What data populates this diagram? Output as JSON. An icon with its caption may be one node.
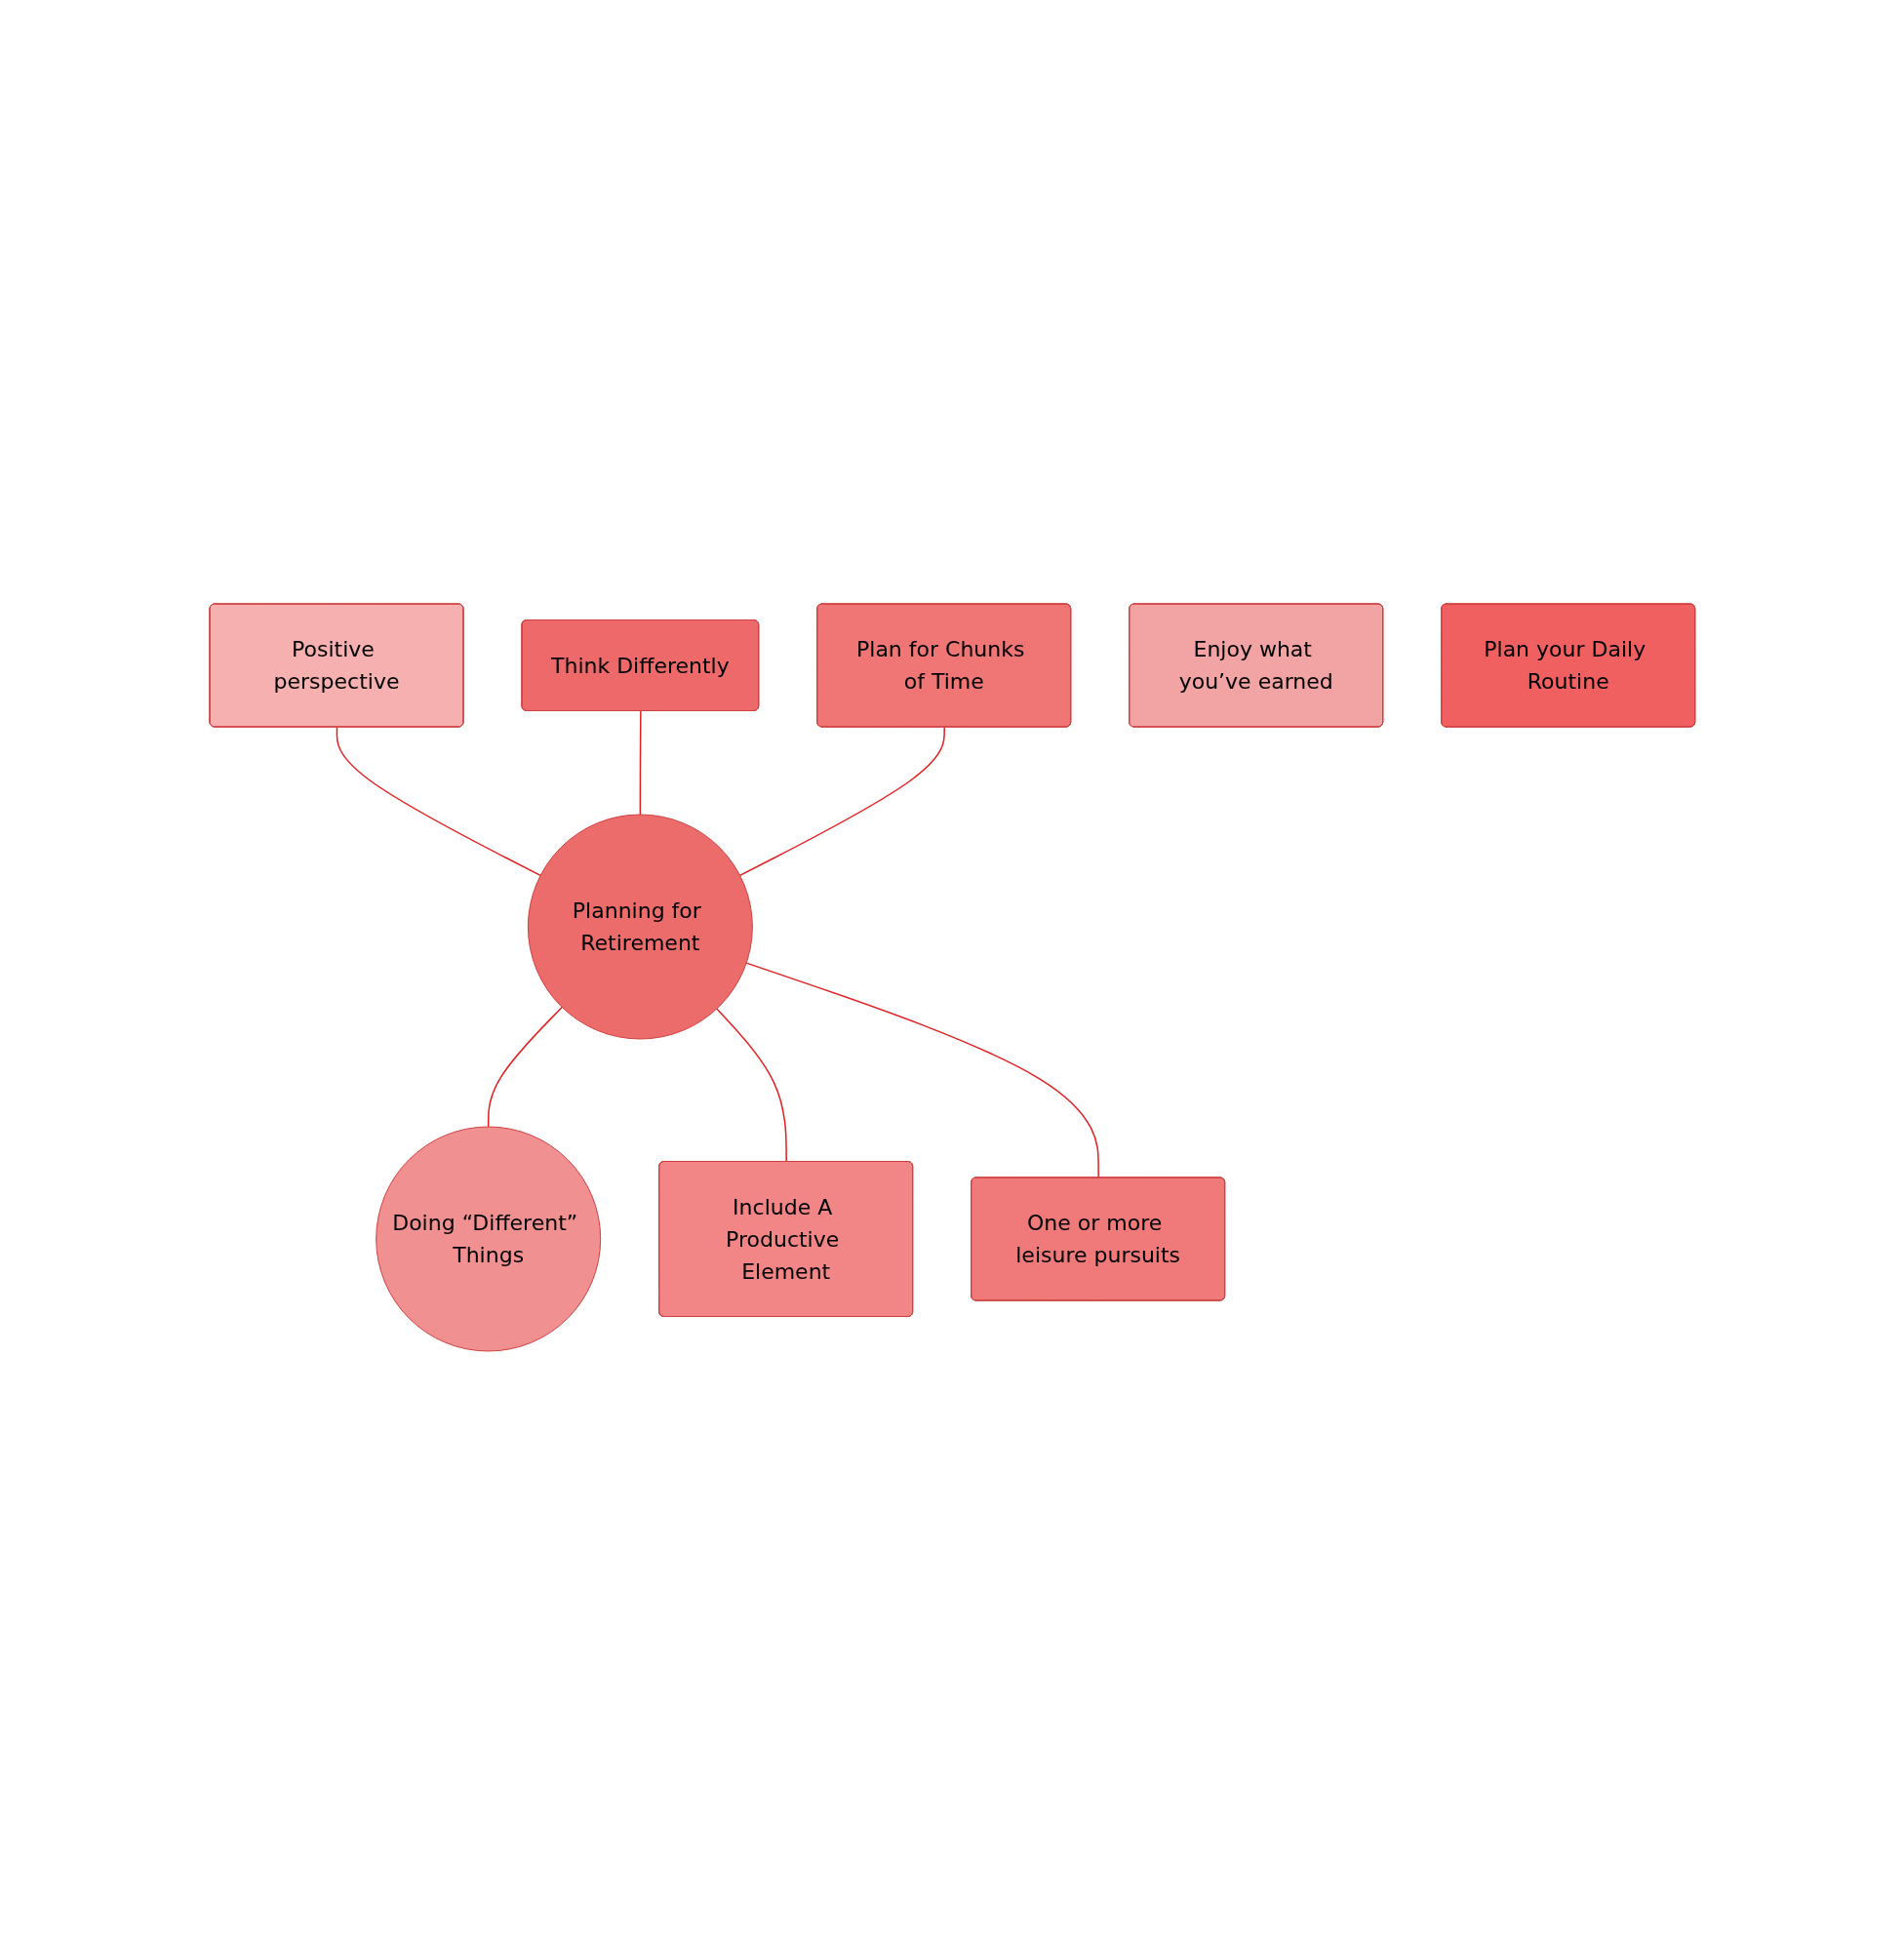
{
  "diagram": {
    "nodes": [
      {
        "text": [
          "Planning for Retirement"
        ]
      },
      {
        "text": [
          "Think Differently"
        ]
      },
      {
        "text": [
          "Positive perspective"
        ]
      },
      {
        "text": [
          "Plan for Chunks of Time"
        ]
      },
      {
        "text": [
          "Enjoy what you’ve earned"
        ]
      },
      {
        "text": [
          "Plan your Daily Routine"
        ]
      },
      {
        "text": [
          "Doing “Different” Things"
        ]
      },
      {
        "text": [
          "One or more leisure pursuits"
        ]
      },
      {
        "text": [
          "Include A Productive Element"
        ]
      }
    ],
    "edges": [
      {
        "from": 2,
        "to": 0,
        "arrow": "none"
      },
      {
        "from": 1,
        "to": 0,
        "arrow": "none"
      },
      {
        "from": 3,
        "to": 0,
        "arrow": "none"
      },
      {
        "from": 0,
        "to": 6,
        "arrow": "none"
      },
      {
        "from": 0,
        "to": 8,
        "arrow": "none"
      },
      {
        "from": 0,
        "to": 7,
        "arrow": "none"
      }
    ]
  }
}
